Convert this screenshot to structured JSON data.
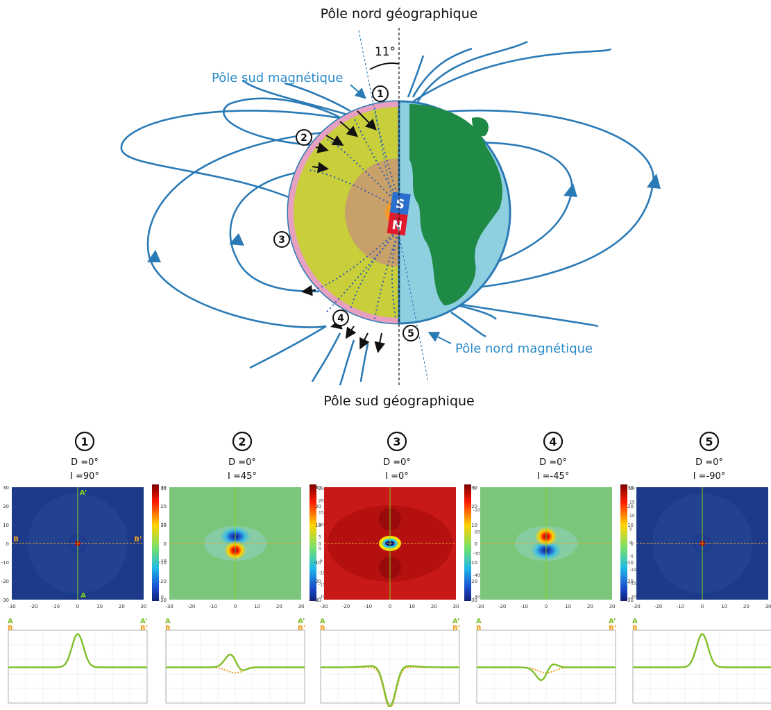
{
  "diagram": {
    "title_top": "Pôle nord géographique",
    "title_bottom": "Pôle sud géographique",
    "angle_label": "11°",
    "pole_south_mag": "Pôle sud magnétique",
    "pole_north_mag": "Pôle nord magnétique",
    "magnet_s": "S",
    "magnet_n": "N",
    "markers": [
      "1",
      "2",
      "3",
      "4",
      "5"
    ]
  },
  "panels": [
    {
      "id": "1",
      "d": "D =0°",
      "i": "I =90°",
      "map": "mono",
      "sign": 1,
      "colorbar": [
        "30",
        "20",
        "10",
        "0"
      ],
      "labels_top": [
        "A",
        "B"
      ],
      "labels_top_right": [
        "A’",
        "B’"
      ],
      "profile": "mono_up"
    },
    {
      "id": "2",
      "d": "D =0°",
      "i": "I =45°",
      "map": "dipole_blue_top",
      "sign": 1,
      "colorbar": [
        "25",
        "20",
        "15",
        "10",
        "5",
        "0",
        "-5",
        "-10",
        "-15",
        "-20"
      ],
      "labels_top": [
        "A",
        "B"
      ],
      "labels_top_right": [
        "A’",
        "B’"
      ],
      "profile": "dip_pos"
    },
    {
      "id": "3",
      "d": "D =0°",
      "i": "I =0°",
      "map": "horizontal",
      "sign": -1,
      "colorbar": [
        "0",
        "-10",
        "-20",
        "-30",
        "-40",
        "-50"
      ],
      "labels_top": [
        "A",
        "B"
      ],
      "labels_top_right": [
        "A’",
        "B’"
      ],
      "profile": "mono_down"
    },
    {
      "id": "4",
      "d": "D =0°",
      "i": "I =-45°",
      "map": "dipole_red_top",
      "sign": -1,
      "colorbar": [
        "20",
        "15",
        "10",
        "5",
        "0",
        "-5",
        "-10",
        "-15",
        "-20"
      ],
      "labels_top": [
        "A",
        "B"
      ],
      "labels_top_right": [
        "A’",
        "B’"
      ],
      "profile": "dip_neg"
    },
    {
      "id": "5",
      "d": "D =0°",
      "i": "I =-90°",
      "map": "mono",
      "sign": 1,
      "colorbar": [],
      "labels_top": [
        "A",
        "B"
      ],
      "labels_top_right": [],
      "profile": "mono_up"
    }
  ],
  "map_ticks": [
    "-30",
    "-20",
    "-10",
    "0",
    "10",
    "20",
    "30"
  ],
  "map1_axis_labels": {
    "top": "A’",
    "bottom": "A",
    "left": "B",
    "right": "B’"
  },
  "colors": {
    "field_line": "#2a7ab5",
    "label_blue": "#2a8ac8",
    "ocean": "#8fd0e0",
    "land": "#1f8a45",
    "mantle": "#c8cf3a",
    "core_outer": "#c8a06a",
    "core_inner": "#f39a2a",
    "crust": "#e8a0c0",
    "profile_green": "#7fbf2a",
    "profile_orange": "#f0a020"
  }
}
